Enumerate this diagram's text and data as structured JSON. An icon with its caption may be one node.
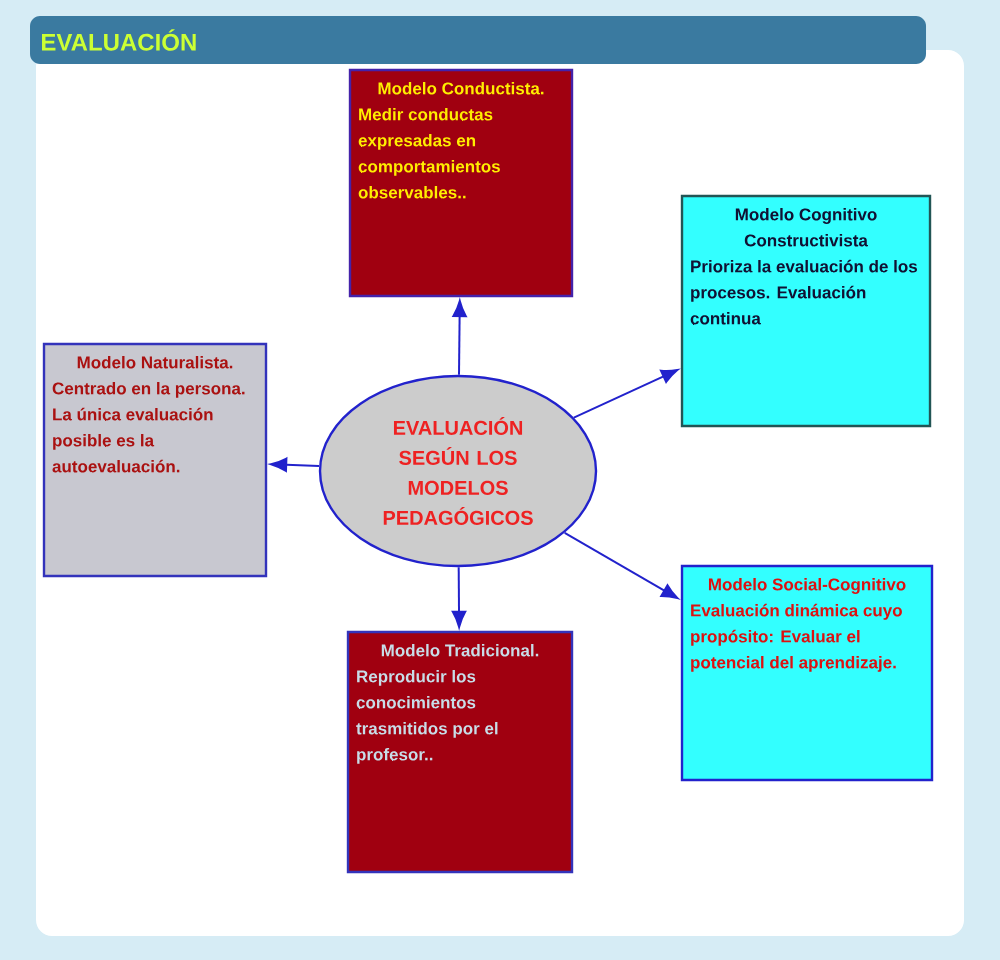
{
  "diagram": {
    "title": "EVALUACIÓN",
    "nodes": [
      {
        "text": [
          "EVALUACIÓN SEGÚN LOS MODELOS PEDAGÓGICOS"
        ]
      },
      {
        "text": [
          "Modelo Conductista.",
          "Medir conductas expresadas en comportamientos observables.."
        ]
      },
      {
        "text": [
          "Modelo Cognitivo Constructivista",
          "Prioriza la evaluación de los procesos. Evaluación continua"
        ]
      },
      {
        "text": [
          "Modelo Naturalista.",
          "Centrado en la persona. La única evaluación posible es la autoevaluación."
        ]
      },
      {
        "text": [
          "Modelo Tradicional.",
          "Reproducir los conocimientos trasmitidos por el profesor.."
        ]
      },
      {
        "text": [
          "Modelo Social-Cognitivo",
          "Evaluación dinámica cuyo propósito: Evaluar el potencial del aprendizaje."
        ]
      }
    ],
    "edges": [
      {
        "from": 0,
        "to": 1,
        "arrow": "to"
      },
      {
        "from": 0,
        "to": 2,
        "arrow": "to"
      },
      {
        "from": 0,
        "to": 3,
        "arrow": "to"
      },
      {
        "from": 0,
        "to": 4,
        "arrow": "to"
      },
      {
        "from": 0,
        "to": 5,
        "arrow": "to"
      }
    ]
  }
}
